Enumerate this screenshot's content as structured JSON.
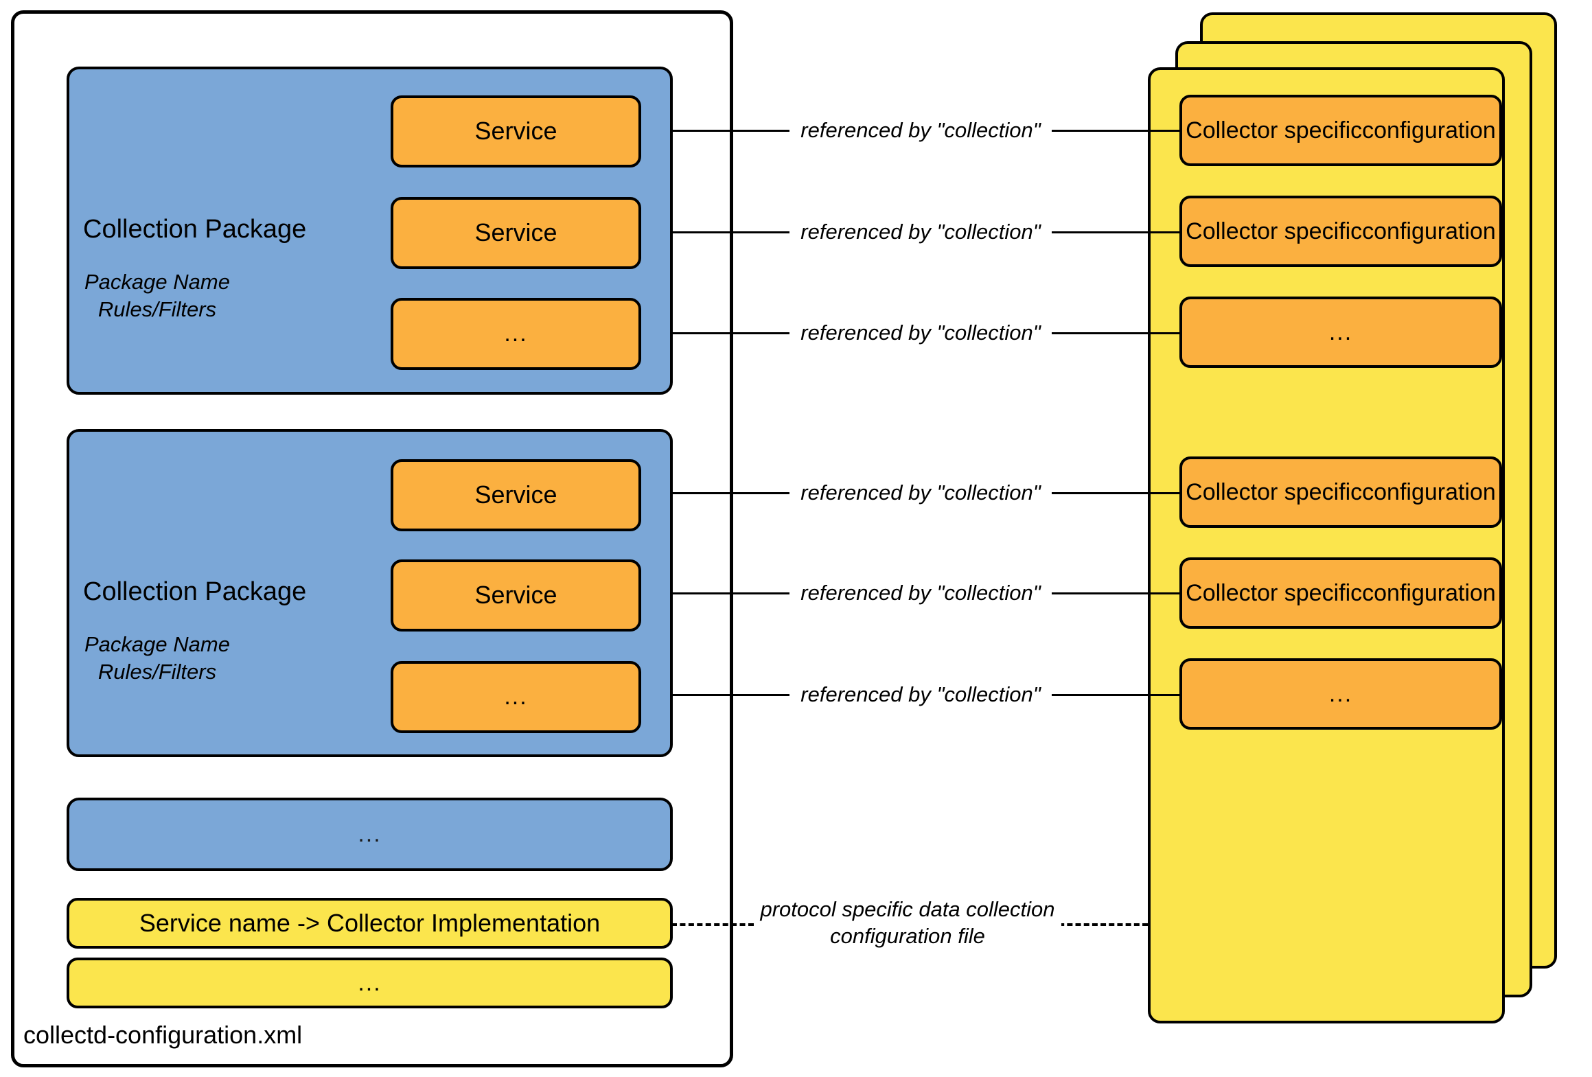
{
  "diagram": {
    "file_label": "collectd-configuration.xml",
    "edge_label_reference": "referenced by \"collection\"",
    "edge_label_protocol": "protocol specific data collection\nconfiguration file"
  },
  "collection_packages": [
    {
      "title": "Collection Package",
      "subtitle": "Package Name\nRules/Filters",
      "services": [
        {
          "label": "Service"
        },
        {
          "label": "Service"
        },
        {
          "label": "..."
        }
      ]
    },
    {
      "title": "Collection Package",
      "subtitle": "Package Name\nRules/Filters",
      "services": [
        {
          "label": "Service"
        },
        {
          "label": "Service"
        },
        {
          "label": "..."
        }
      ]
    }
  ],
  "package_ellipsis": {
    "label": "..."
  },
  "mapping_bars": [
    {
      "label": "Service name -> Collector Implementation"
    },
    {
      "label": "..."
    }
  ],
  "collector_configs": [
    {
      "label": "Collector specific configuration"
    },
    {
      "label": "Collector specific configuration"
    },
    {
      "label": "..."
    },
    {
      "label": "Collector specific configuration"
    },
    {
      "label": "Collector specific configuration"
    },
    {
      "label": "..."
    }
  ],
  "edge_labels": [
    {
      "label": "referenced by \"collection\""
    },
    {
      "label": "referenced by \"collection\""
    },
    {
      "label": "referenced by \"collection\""
    },
    {
      "label": "referenced by \"collection\""
    },
    {
      "label": "referenced by \"collection\""
    },
    {
      "label": "referenced by \"collection\""
    }
  ],
  "colors": {
    "package_blue": "#7BA7D7",
    "service_orange": "#FBB040",
    "sheet_yellow": "#FBE54D",
    "stroke_black": "#000000",
    "canvas_white": "#FFFFFF"
  }
}
